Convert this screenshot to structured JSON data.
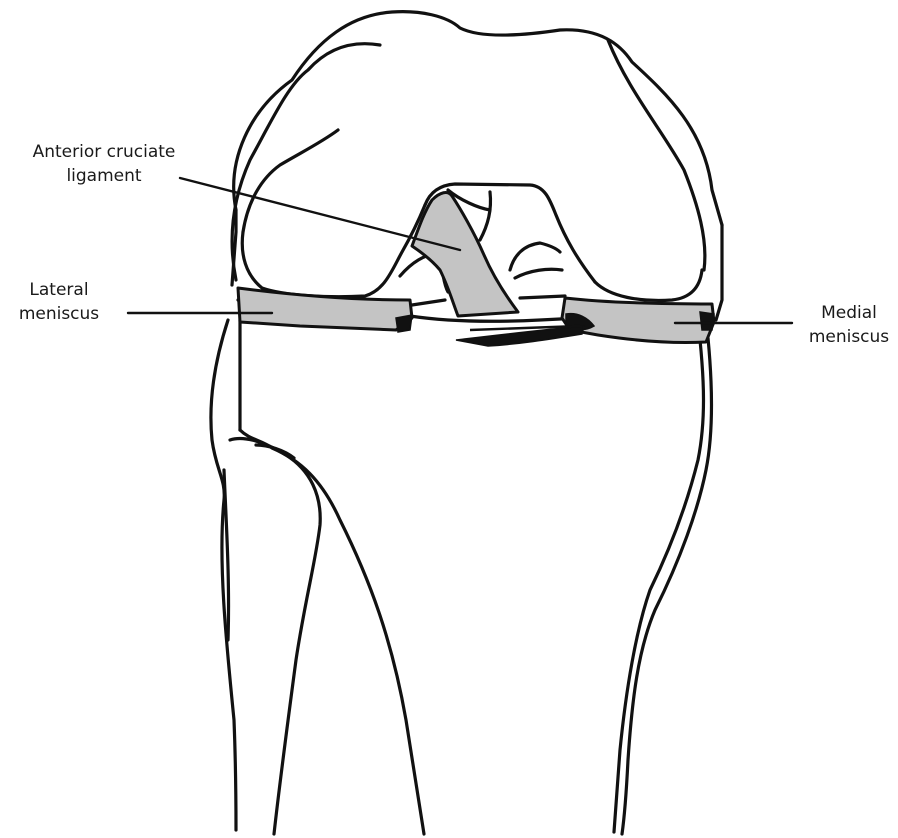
{
  "labels": {
    "anterior_cruciate_ligament": [
      "Anterior cruciate",
      "ligament"
    ],
    "lateral_meniscus": [
      "Lateral",
      "meniscus"
    ],
    "medial_meniscus": [
      "Medial",
      "meniscus"
    ]
  },
  "colors": {
    "outline": "#111111",
    "structure_fill": "#c4c4c4",
    "background": "#ffffff"
  }
}
